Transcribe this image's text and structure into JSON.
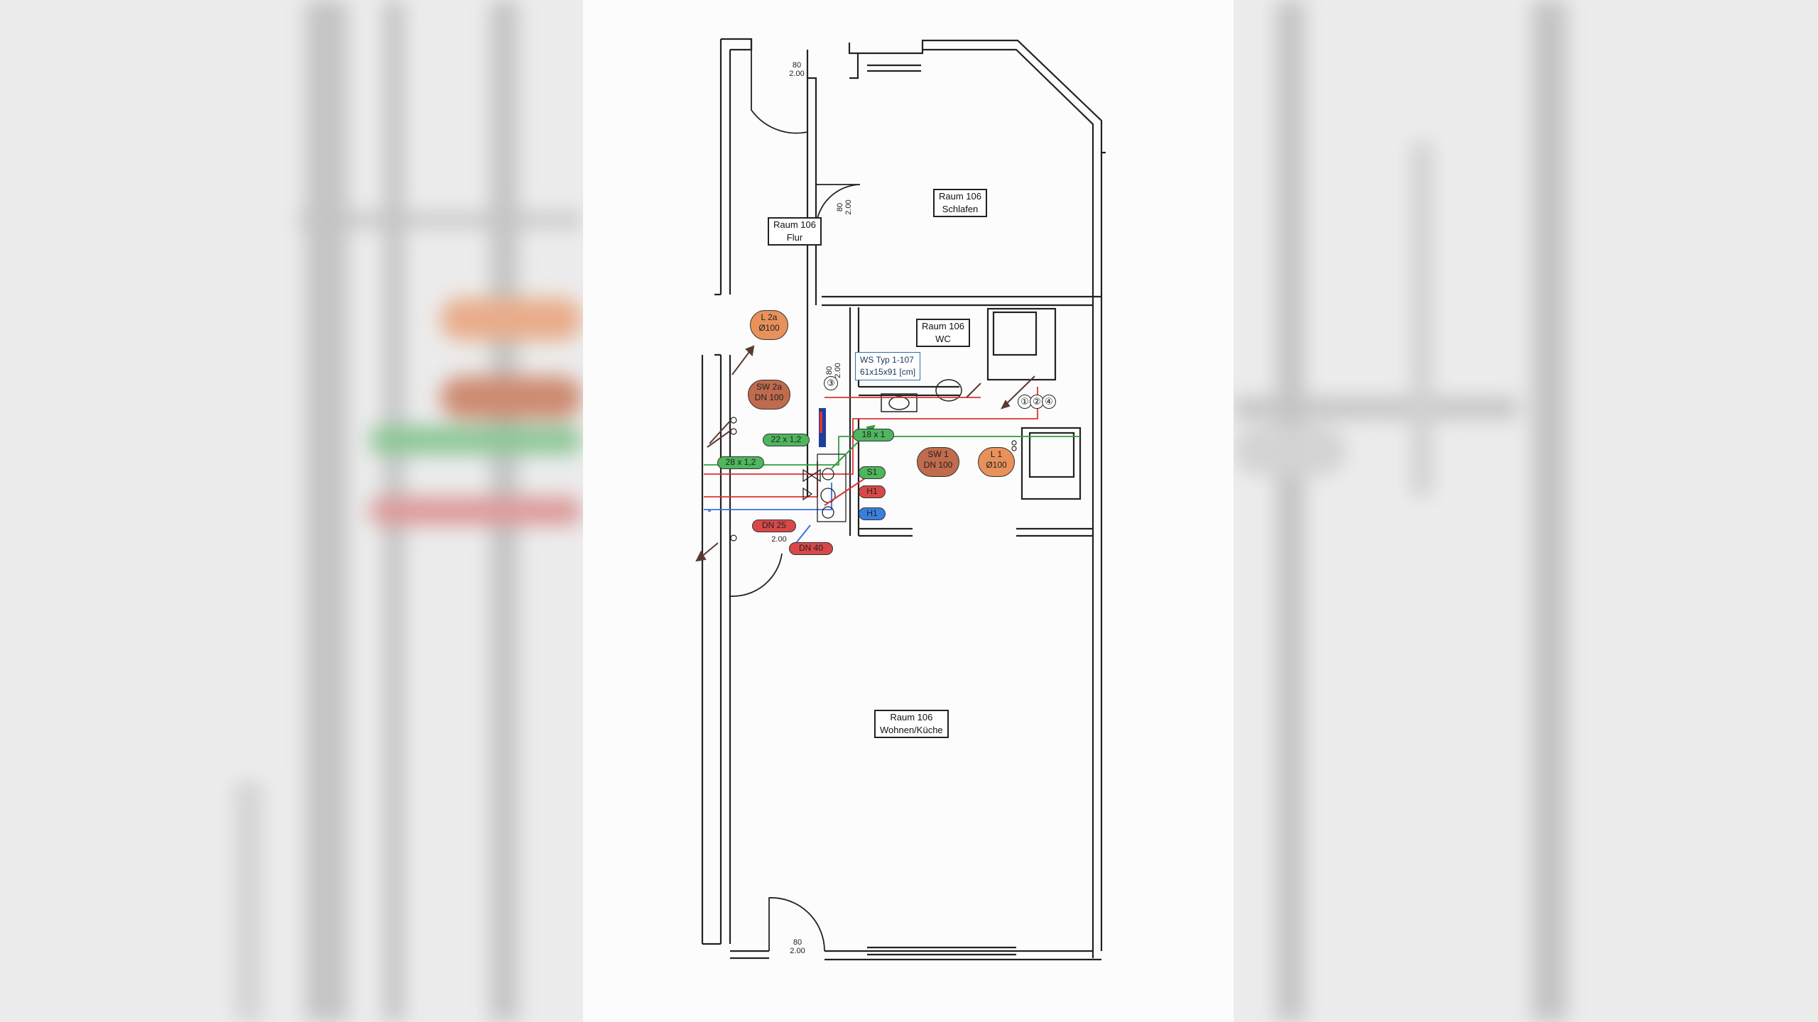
{
  "rooms": {
    "flur": {
      "line1": "Raum 106",
      "line2": "Flur"
    },
    "schlafen": {
      "line1": "Raum 106",
      "line2": "Schlafen"
    },
    "wc": {
      "line1": "Raum 106",
      "line2": "WC"
    },
    "wohnen": {
      "line1": "Raum 106",
      "line2": "Wohnen/Küche"
    }
  },
  "pipes": {
    "l2a": {
      "line1": "L 2a",
      "line2": "Ø100"
    },
    "sw2a": {
      "line1": "SW 2a",
      "line2": "DN 100"
    },
    "sw1": {
      "line1": "SW 1",
      "line2": "DN 100"
    },
    "l1": {
      "line1": "L 1",
      "line2": "Ø100"
    },
    "p22": "22 x 1,2",
    "p28": "28 x 1,2",
    "p18": "18 x 1",
    "s1": "S1",
    "h1_red": "H1",
    "h1_blue": "H1",
    "dn25": "DN 25",
    "dn40": "DN 40"
  },
  "ws": {
    "line1": "WS Typ 1-107",
    "line2": "61x15x91 [cm]"
  },
  "markers": [
    "①",
    "②",
    "③",
    "④"
  ],
  "doors": {
    "top": {
      "w": "80",
      "h": "2.00"
    },
    "flur_schlafen": {
      "w": "80",
      "h": "2.00"
    },
    "wc": {
      "w": "80",
      "h": "2.00"
    },
    "entry": {
      "h": "2.00"
    },
    "bottom": {
      "w": "80",
      "h": "2.00"
    }
  },
  "colors": {
    "green": "#4eb65d",
    "red": "#d94848",
    "blue": "#3a7fe0",
    "orange": "#e8915a",
    "brown": "#c06b4d"
  }
}
